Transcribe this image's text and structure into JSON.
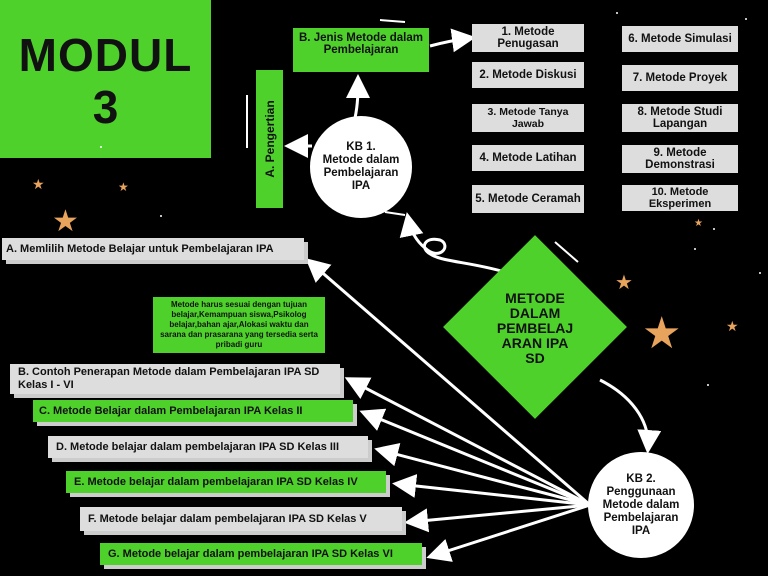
{
  "modul": {
    "line1": "MODUL",
    "line2": "3"
  },
  "kb1": {
    "title": "KB 1.\nMetode dalam Pembelajaran IPA"
  },
  "kb2": {
    "title": "KB 2.\nPenggunaan Metode dalam Pembelajaran IPA"
  },
  "pengertian": "A. Pengertian",
  "jenis": "B. Jenis Metode dalam Pembelajaran",
  "center": "METODE DALAM PEMBELAJ ARAN IPA SD",
  "methods_left": [
    "1.     Metode Penugasan",
    "2. Metode Diskusi",
    "3. Metode Tanya Jawab",
    "4. Metode Latihan",
    "5. Metode Ceramah"
  ],
  "methods_right": [
    "6. Metode Simulasi",
    "7. Metode Proyek",
    "8. Metode Studi Lapangan",
    "9. Metode Demonstrasi",
    "10. Metode Eksperimen"
  ],
  "memilih": "A. Memlilih Metode Belajar untuk Pembelajaran IPA",
  "memilih_note": "Metode harus sesuai dengan tujuan belajar,Kemampuan siswa,Psikolog belajar,bahan ajar,Alokasi waktu dan sarana dan prasarana yang tersedia serta pribadi guru",
  "kb2_items": [
    "B. Contoh Penerapan Metode dalam Pembelajaran IPA SD Kelas  I - VI",
    "C. Metode Belajar dalam Pembelajaran IPA Kelas II",
    "D. Metode belajar dalam pembelajaran IPA SD Kelas III",
    "E. Metode belajar dalam pembelajaran IPA SD Kelas IV",
    "F. Metode belajar dalam pembelajaran IPA SD Kelas V",
    "G.  Metode belajar dalam pembelajaran IPA SD Kelas VI"
  ],
  "colors": {
    "green": "#4fd12c",
    "gray": "#dddddd",
    "background": "#000000",
    "star": "#e8a35c"
  }
}
